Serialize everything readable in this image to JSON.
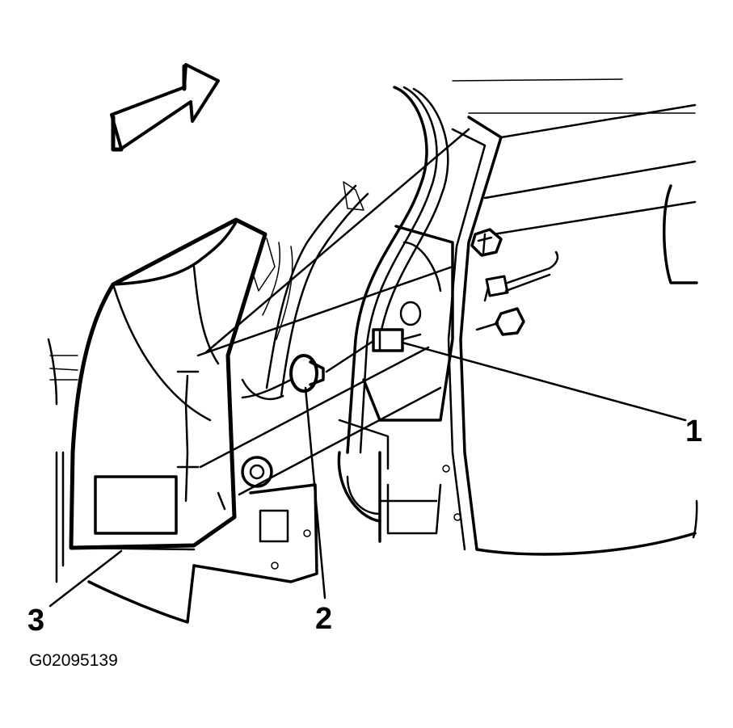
{
  "figure": {
    "callouts": [
      {
        "id": "1",
        "label": "1"
      },
      {
        "id": "2",
        "label": "2"
      },
      {
        "id": "3",
        "label": "3"
      }
    ],
    "figure_id": "G02095139"
  },
  "colors": {
    "ink": "#000000",
    "paper": "#ffffff"
  }
}
